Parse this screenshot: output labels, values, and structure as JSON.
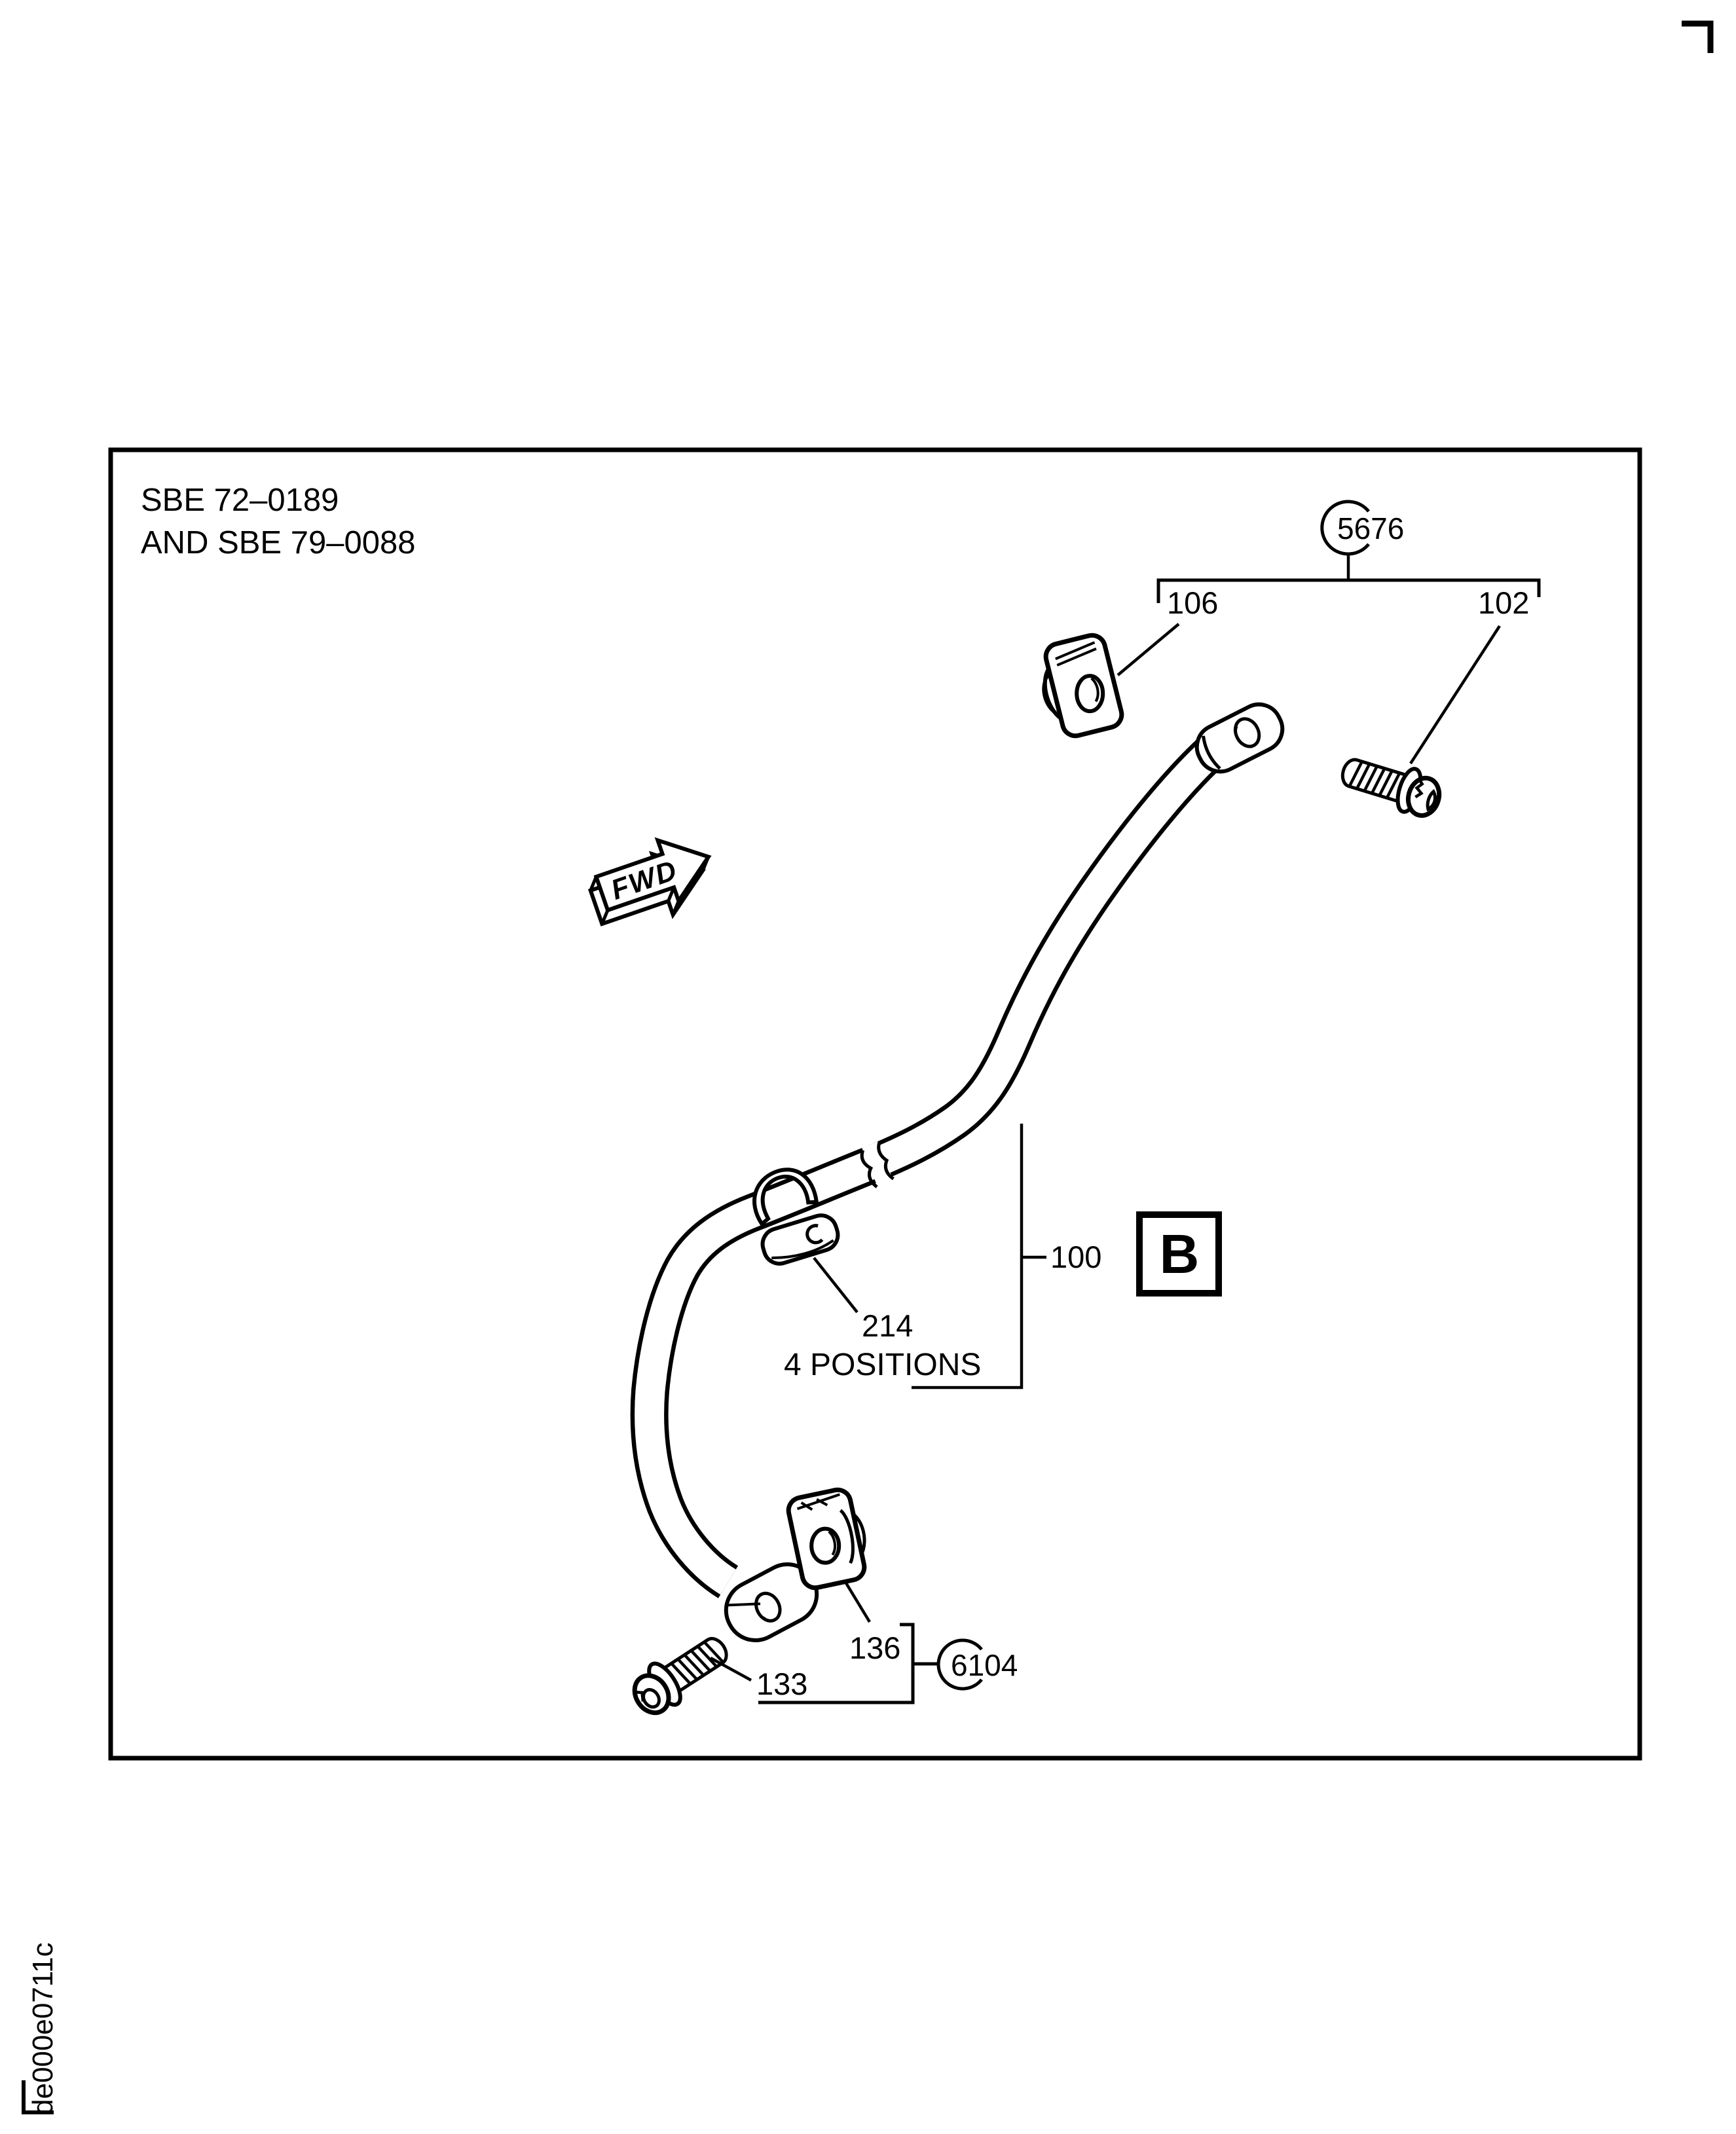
{
  "doc": {
    "header_line1": "SBE 72–0189",
    "header_line2": "AND SBE 79–0088",
    "footer_code": "de000e0711c"
  },
  "callouts": {
    "balloon_top": "5676",
    "clip_upper": "106",
    "bolt_upper": "102",
    "rod": "100",
    "bracket_tab": "214",
    "bracket_tab_note": "4 POSITIONS",
    "clip_lower": "136",
    "bolt_lower": "133",
    "balloon_bottom": "6104",
    "view_letter": "B",
    "direction_arrow": "FWD"
  },
  "colors": {
    "ink": "#000000",
    "paper": "#ffffff"
  }
}
